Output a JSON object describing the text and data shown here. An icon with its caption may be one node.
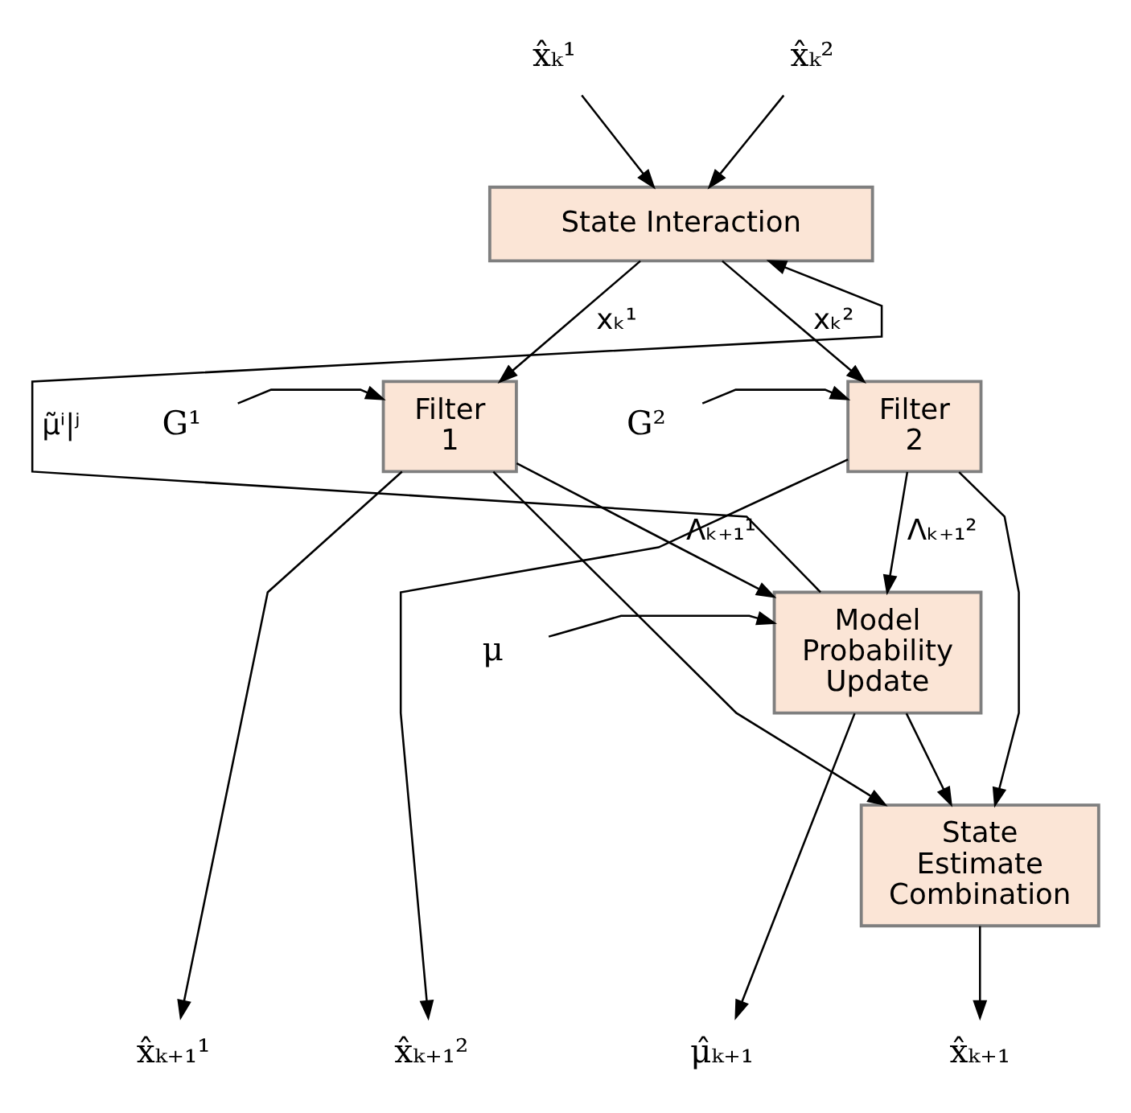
{
  "diagram": {
    "nodes": [
      {
        "text": [
          "State Interaction"
        ]
      },
      {
        "text": [
          "Filter 1"
        ]
      },
      {
        "text": [
          "Filter 2"
        ]
      },
      {
        "text": [
          "Model Probability Update"
        ]
      },
      {
        "text": [
          "State Estimate Combination"
        ]
      },
      {
        "text": [
          "x̂ₖ¹"
        ]
      },
      {
        "text": [
          "x̂ₖ²"
        ]
      },
      {
        "text": [
          "G¹"
        ]
      },
      {
        "text": [
          "G²"
        ]
      },
      {
        "text": [
          "μ"
        ]
      },
      {
        "text": [
          "x̂ₖ₊₁¹"
        ]
      },
      {
        "text": [
          "x̂ₖ₊₁²"
        ]
      },
      {
        "text": [
          "μ̂ₖ₊₁"
        ]
      },
      {
        "text": [
          "x̂ₖ₊₁"
        ]
      }
    ],
    "edges": [
      {
        "from": 5,
        "to": 0,
        "arrow": "to"
      },
      {
        "from": 6,
        "to": 0,
        "arrow": "to"
      },
      {
        "from": 0,
        "to": 1,
        "arrow": "to",
        "label": "xₖ¹"
      },
      {
        "from": 0,
        "to": 2,
        "arrow": "to",
        "label": "xₖ²"
      },
      {
        "from": 7,
        "to": 1,
        "arrow": "to"
      },
      {
        "from": 8,
        "to": 2,
        "arrow": "to"
      },
      {
        "from": 3,
        "to": 0,
        "arrow": "to",
        "label": "μ̃ⁱ|ʲ"
      },
      {
        "from": 2,
        "to": 3,
        "arrow": "to",
        "label": "Λₖ₊₁²"
      },
      {
        "from": 1,
        "to": 3,
        "arrow": "to",
        "label": "Λₖ₊₁¹"
      },
      {
        "from": 9,
        "to": 3,
        "arrow": "to"
      },
      {
        "from": 1,
        "to": 10,
        "arrow": "to"
      },
      {
        "from": 2,
        "to": 11,
        "arrow": "to"
      },
      {
        "from": 3,
        "to": 12,
        "arrow": "to"
      },
      {
        "from": 3,
        "to": 4,
        "arrow": "to"
      },
      {
        "from": 2,
        "to": 4,
        "arrow": "to"
      },
      {
        "from": 1,
        "to": 4,
        "arrow": "to"
      },
      {
        "from": 4,
        "to": 13,
        "arrow": "to"
      }
    ]
  }
}
